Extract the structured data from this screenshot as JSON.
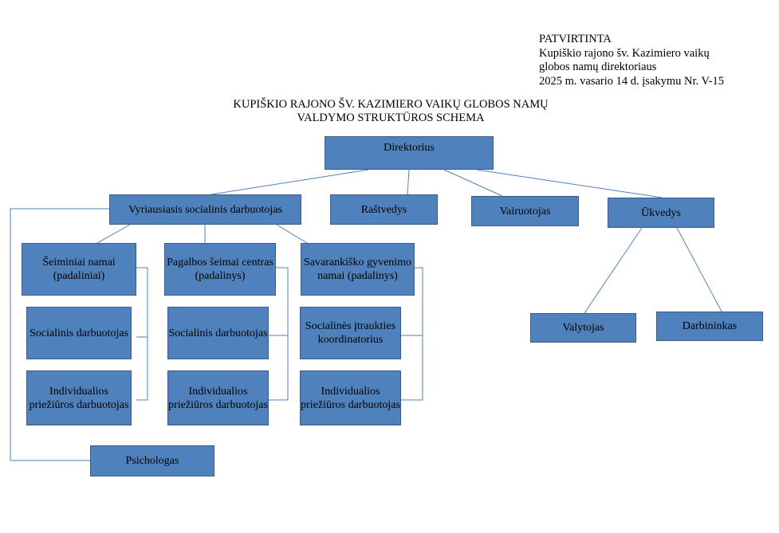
{
  "approval": {
    "line1": "PATVIRTINTA",
    "line2": "Kupiškio rajono šv. Kazimiero vaikų",
    "line3": "globos namų direktoriaus",
    "line4": "2025 m. vasario 14 d. įsakymu Nr. V-15"
  },
  "title": {
    "line1": "KUPIŠKIO RAJONO ŠV. KAZIMIERO VAIKŲ  GLOBOS NAMŲ",
    "line2": "VALDYMO STRUKTŪROS SCHEMA"
  },
  "nodes": {
    "direktorius": "Direktorius",
    "vyriausiasis": "Vyriausiasis socialinis darbuotojas",
    "rastvedys": "Raštvedys",
    "vairuotojas": "Vairuotojas",
    "ukvedys": "Ūkvedys",
    "seiminiai": "Šeiminiai namai (padaliniai)",
    "pagalbos": "Pagalbos šeimai centras (padalinys)",
    "savarankisko": "Savarankiško gyvenimo namai (padalinys)",
    "socialinis1": "Socialinis darbuotojas",
    "socialinis2": "Socialinis darbuotojas",
    "itraukties": "Socialinės įtraukties koordinatorius",
    "prieziuros1": "Individualios priežiūros darbuotojas",
    "prieziuros2": "Individualios priežiūros darbuotojas",
    "prieziuros3": "Individualios priežiūros darbuotojas",
    "psichologas": "Psichologas",
    "valytojas": "Valytojas",
    "darbininkas": "Darbininkas"
  },
  "colors": {
    "box_fill": "#4f81bd",
    "box_border": "#385d8a",
    "connector": "#4f81bd"
  }
}
